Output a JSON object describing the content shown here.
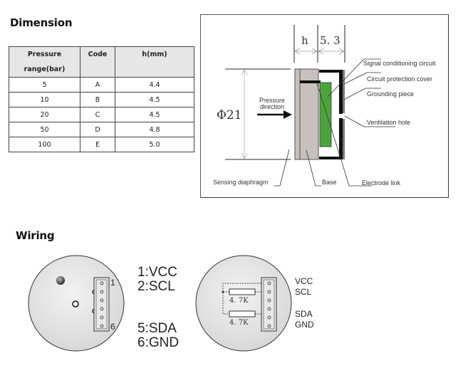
{
  "dimension": {
    "heading": "Dimension",
    "table": {
      "headers": [
        "Pressure",
        "range(bar)",
        "Code",
        "h(mm)"
      ],
      "rows": [
        {
          "pressure": "5",
          "code": "A",
          "h": "4.4"
        },
        {
          "pressure": "10",
          "code": "B",
          "h": "4.5"
        },
        {
          "pressure": "20",
          "code": "C",
          "h": "4.5"
        },
        {
          "pressure": "50",
          "code": "D",
          "h": "4.8"
        },
        {
          "pressure": "100",
          "code": "E",
          "h": "5.0"
        }
      ]
    },
    "diagram": {
      "dim_h": "h",
      "dim_width": "5. 3",
      "dim_diameter": "Φ21",
      "pressure_label_1": "Pressure",
      "pressure_label_2": "direction",
      "callouts": {
        "signal": "Signal conditioning circuit",
        "cover": "Circuit protection cover",
        "grounding": "Grounding piece",
        "vent": "Ventilation hole",
        "diaphragm": "Sensing diaphragm",
        "base": "Base",
        "electrode": "Electrode link"
      },
      "colors": {
        "base": "#c8c0bd",
        "circuit": "#4aa63a",
        "cover": "#111111"
      }
    }
  },
  "wiring": {
    "heading": "Wiring",
    "pin_labels": [
      "1:VCC",
      "2:SCL",
      "5:SDA",
      "6:GND"
    ],
    "connector_marks": [
      "1",
      "6"
    ],
    "resistors": [
      "4. 7K",
      "4. 7K"
    ],
    "signal_labels": [
      "VCC",
      "SCL",
      "SDA",
      "GND"
    ]
  }
}
